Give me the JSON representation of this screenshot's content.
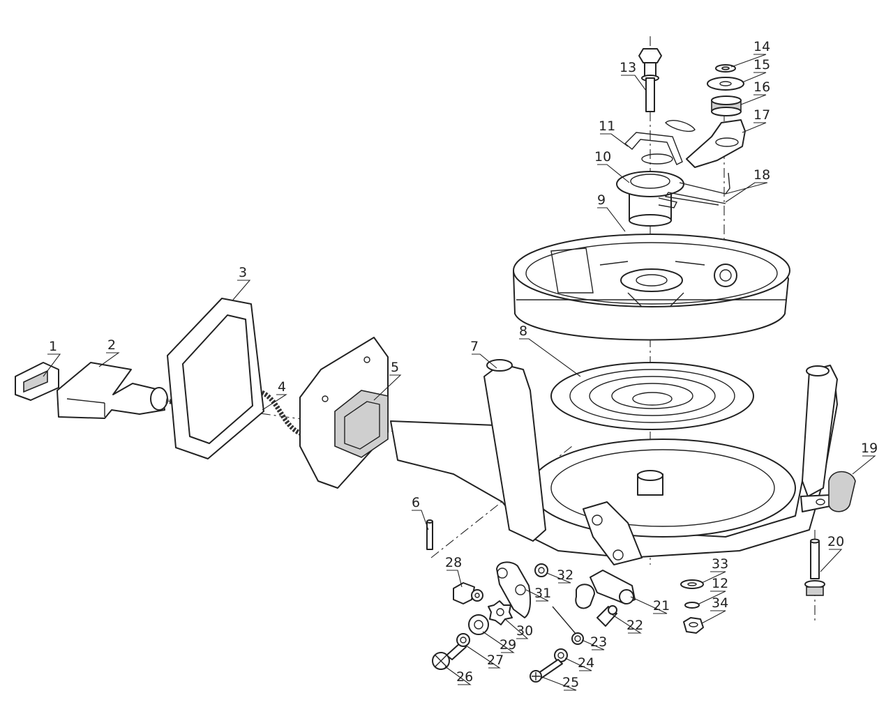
{
  "figure": {
    "type": "exploded-parts-diagram",
    "callouts": [
      "1",
      "2",
      "3",
      "4",
      "5",
      "6",
      "7",
      "8",
      "9",
      "10",
      "11",
      "12",
      "13",
      "14",
      "15",
      "16",
      "17",
      "18",
      "19",
      "20",
      "21",
      "22",
      "23",
      "24",
      "25",
      "26",
      "27",
      "28",
      "29",
      "30",
      "31",
      "32",
      "33",
      "34"
    ]
  },
  "colors": {
    "line": "#222222",
    "background": "#ffffff",
    "shade": "#cfcfcf"
  }
}
